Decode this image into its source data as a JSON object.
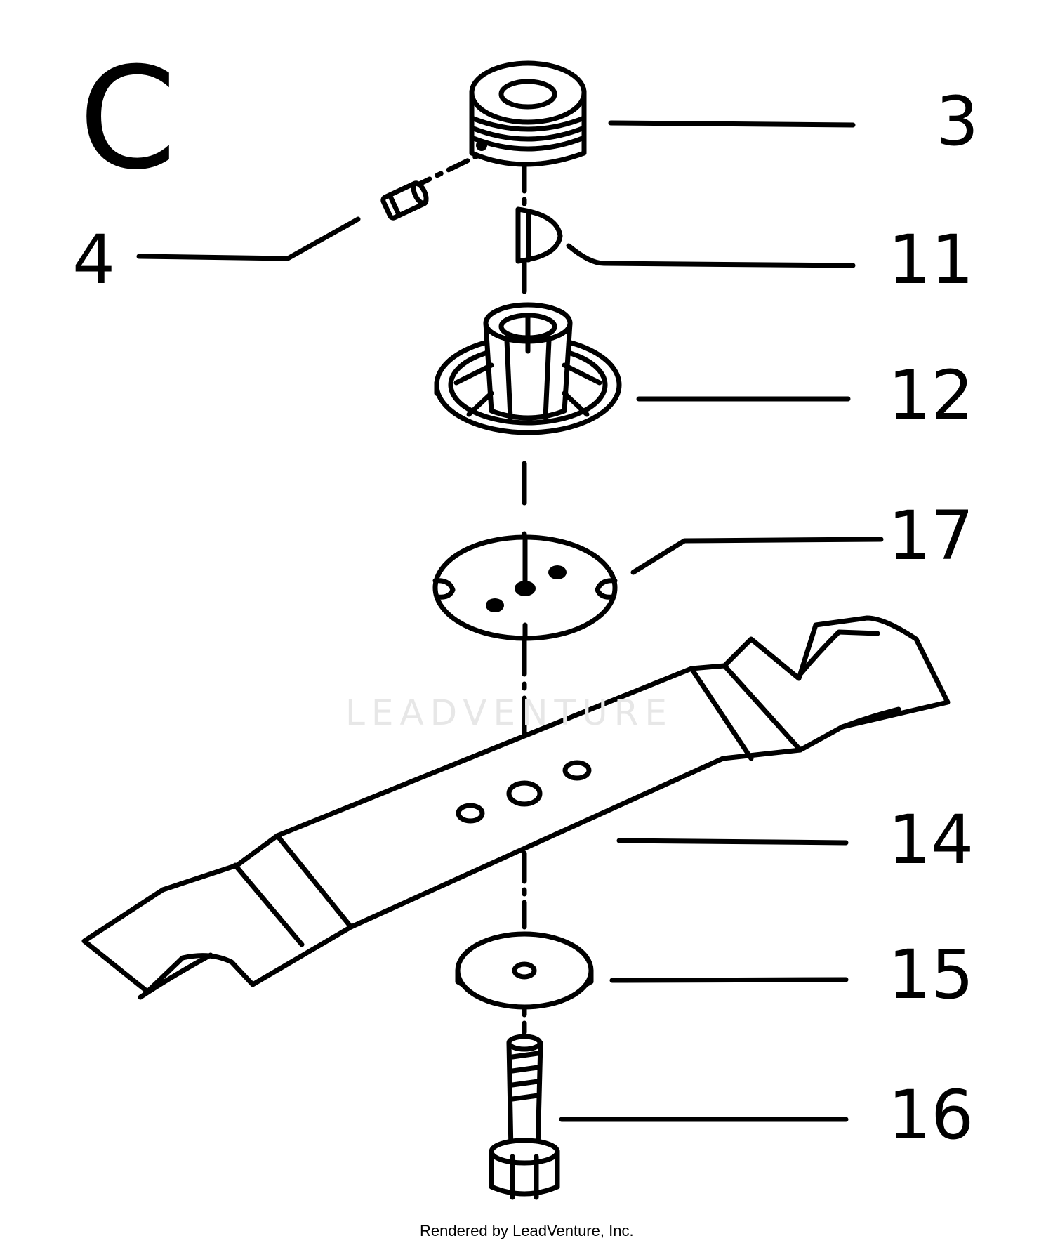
{
  "diagram": {
    "section_letter": "C",
    "watermark": "LEADVENTURE",
    "footer": "Rendered by LeadVenture, Inc.",
    "parts": [
      {
        "id": "pulley",
        "number": "3",
        "icon": "pulley-icon"
      },
      {
        "id": "set-screw",
        "number": "4",
        "icon": "set-screw-icon"
      },
      {
        "id": "key",
        "number": "11",
        "icon": "key-icon"
      },
      {
        "id": "adapter-hub",
        "number": "12",
        "icon": "adapter-hub-icon"
      },
      {
        "id": "blade-plate",
        "number": "17",
        "icon": "plate-icon"
      },
      {
        "id": "blade",
        "number": "14",
        "icon": "blade-icon"
      },
      {
        "id": "washer",
        "number": "15",
        "icon": "washer-icon"
      },
      {
        "id": "bolt",
        "number": "16",
        "icon": "bolt-icon"
      }
    ]
  }
}
